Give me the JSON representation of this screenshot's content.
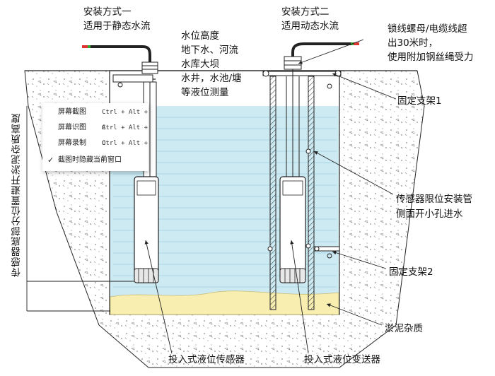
{
  "labels": {
    "install1_line1": "安装方式一",
    "install1_line2": "适用于静态水流",
    "level_line1": "水位高度",
    "level_line2": "地下水、河流",
    "level_line3": "水库大坝",
    "level_line4": "水井，水池/塘",
    "level_line5": "等液位测量",
    "install2_line1": "安装方式二",
    "install2_line2": "适用动态水流",
    "cable_line1": "锁线螺母/电缆线超",
    "cable_line2": "出30米时，",
    "cable_line3": "使用附加钢丝绳受力",
    "bracket1": "固定支架1",
    "tube_line1": "传感器限位安装管",
    "tube_line2": "侧面开小孔进水",
    "bracket2": "固定支架2",
    "sludge": "淤泥杂质",
    "sensor": "投入式液位传感器",
    "transmitter": "投入式液位变送器",
    "vertical": "传感器底部分位置避开淤泥杂质高度"
  },
  "menu": {
    "items": [
      {
        "label": "屏幕截图",
        "shortcut": "Ctrl + Alt + A"
      },
      {
        "label": "屏幕识图",
        "shortcut": "Ctrl + Alt + O"
      },
      {
        "label": "屏幕录制",
        "shortcut": "Ctrl + Alt + S"
      }
    ],
    "check_item": "截图时隐藏当前窗口",
    "check_mark": "✓"
  },
  "colors": {
    "water": "#cdeaf2",
    "sludge": "#f7eeb0",
    "ground_dots": "#8a8a8a",
    "line": "#222222"
  }
}
